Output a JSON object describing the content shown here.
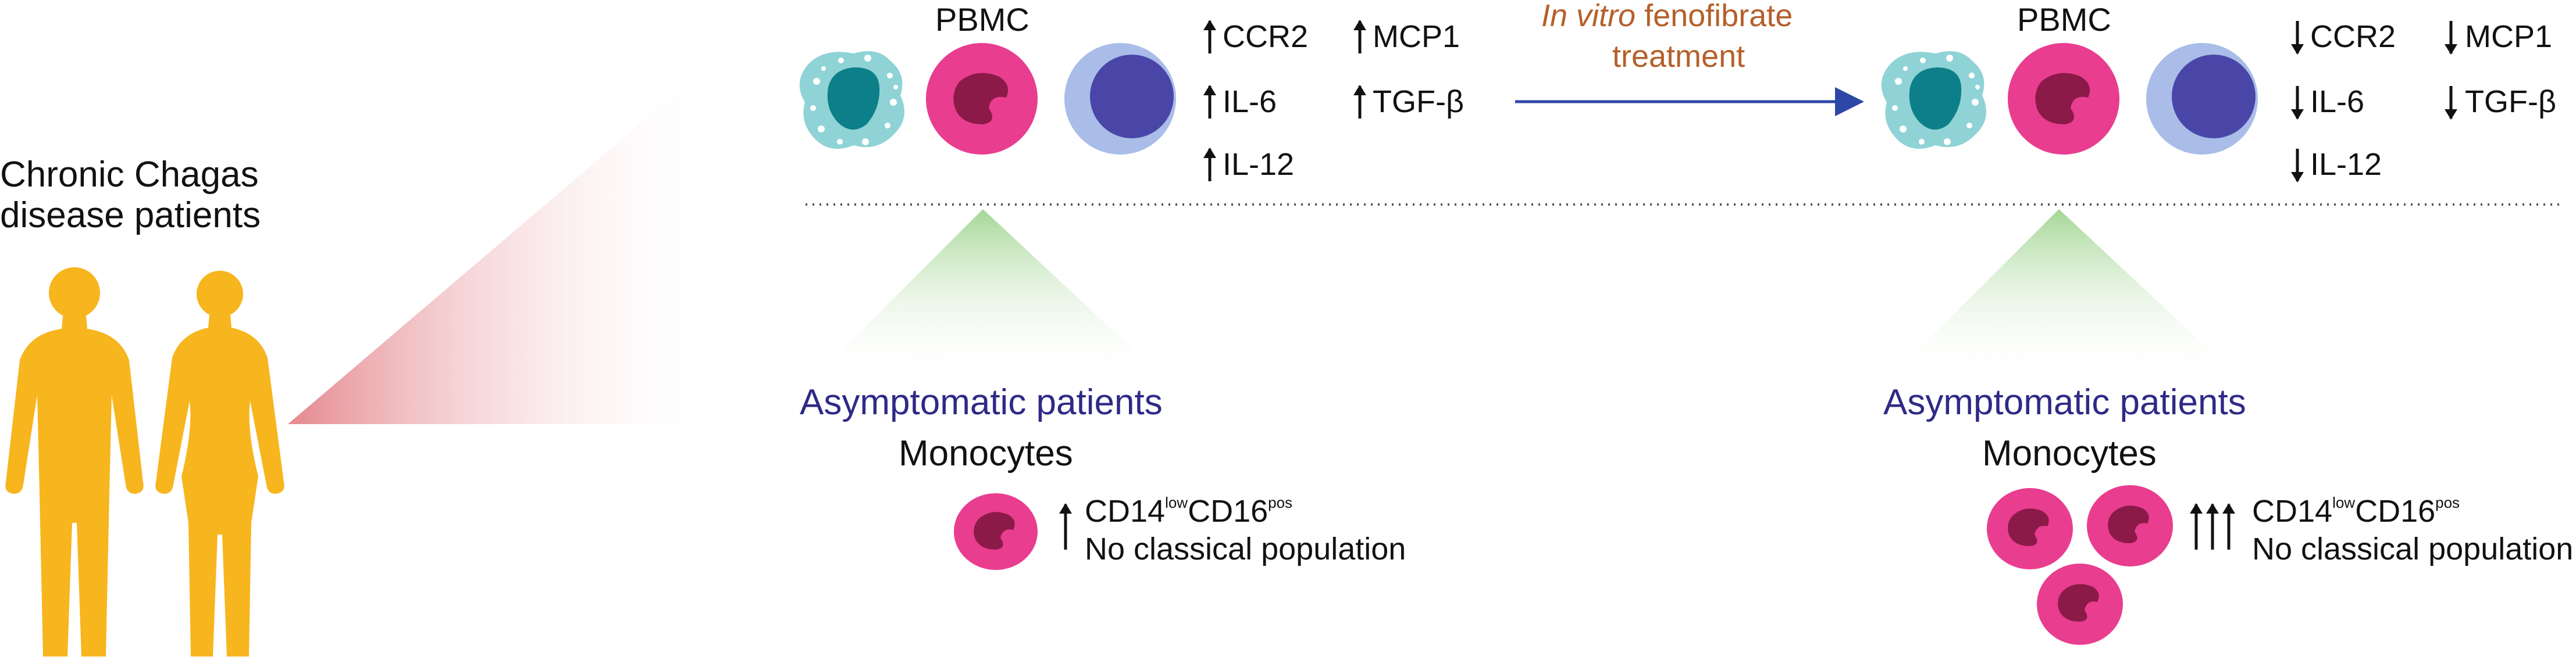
{
  "patients_label": [
    "Chronic Chagas",
    "disease patients"
  ],
  "pbmc_label": "PBMC",
  "treatment_label": {
    "italic": "In vitro",
    "rest": "fenofibrate",
    "line2": "treatment"
  },
  "before": {
    "markers": [
      {
        "name": "CCR2",
        "dir": "up"
      },
      {
        "name": "MCP1",
        "dir": "up"
      },
      {
        "name": "IL-6",
        "dir": "up"
      },
      {
        "name": "TGF-β",
        "dir": "up"
      },
      {
        "name": "IL-12",
        "dir": "up"
      }
    ],
    "group_label": "Asymptomatic patients",
    "cell_label": "Monocytes",
    "phenotype": {
      "base1": "CD14",
      "sup1": "low",
      "base2": "CD16",
      "sup2": "pos",
      "line2": "No classical population"
    },
    "arrow_count": 1
  },
  "after": {
    "markers": [
      {
        "name": "CCR2",
        "dir": "down"
      },
      {
        "name": "MCP1",
        "dir": "down"
      },
      {
        "name": "IL-6",
        "dir": "down"
      },
      {
        "name": "TGF-β",
        "dir": "down"
      },
      {
        "name": "IL-12",
        "dir": "down"
      }
    ],
    "group_label": "Asymptomatic patients",
    "cell_label": "Monocytes",
    "phenotype": {
      "base1": "CD14",
      "sup1": "low",
      "base2": "CD16",
      "sup2": "pos",
      "line2": "No classical population"
    },
    "arrow_count": 3
  },
  "colors": {
    "figure": "#f7b51e",
    "macrophage_outer": "#8fd3d6",
    "macrophage_nucleus": "#0d7f88",
    "monocyte_outer": "#e93d8f",
    "monocyte_nucleus": "#8b1a48",
    "lymph_outer": "#a9bde8",
    "lymph_nucleus": "#4a46a8",
    "arrow": "#2d47a6",
    "purple_text": "#2e2a86",
    "orange_text": "#b5602a"
  }
}
